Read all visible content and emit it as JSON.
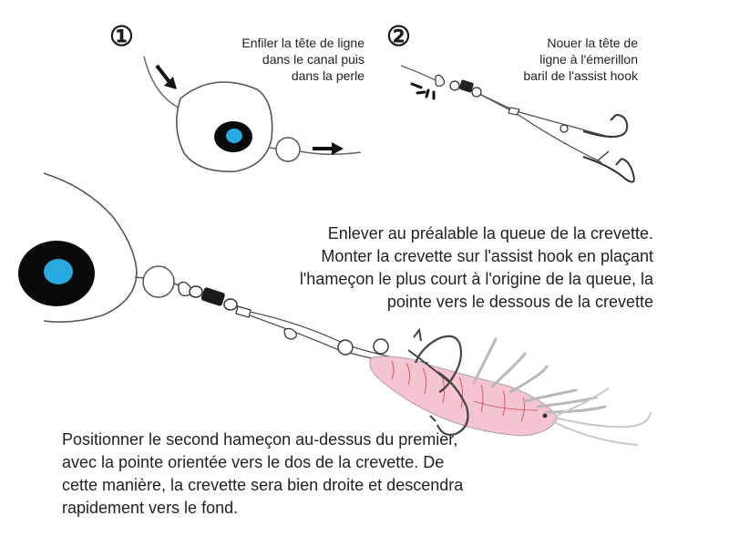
{
  "step1": {
    "number": "①",
    "lines": [
      "Enfiler la tête de ligne",
      "dans le canal puis",
      "dans la perle"
    ]
  },
  "step2": {
    "number": "②",
    "lines": [
      "Nouer la tête de",
      "ligne à l'émerillon",
      "baril de l'assist hook"
    ]
  },
  "middle_text": {
    "lines": [
      "Enlever au préalable la queue de la crevette.",
      "Monter la crevette sur l'assist hook en plaçant",
      "l'hameçon le plus court à l'origine de la queue, la",
      "pointe vers le dessous de la crevette"
    ]
  },
  "bottom_text": {
    "lines": [
      "Positionner le second hameçon au-dessus du premier,",
      "avec la pointe orientée vers le dos de la crevette. De",
      "cette manière, la crevette sera bien droite et descendra",
      "rapidement vers le fond."
    ]
  },
  "colors": {
    "outline": "#4a4a4a",
    "eye_blue": "#29a9e0",
    "eye_black": "#0a0a0a",
    "shrimp_body": "#f4c4d2",
    "shrimp_lines": "#cc3344",
    "line": "#666666"
  }
}
